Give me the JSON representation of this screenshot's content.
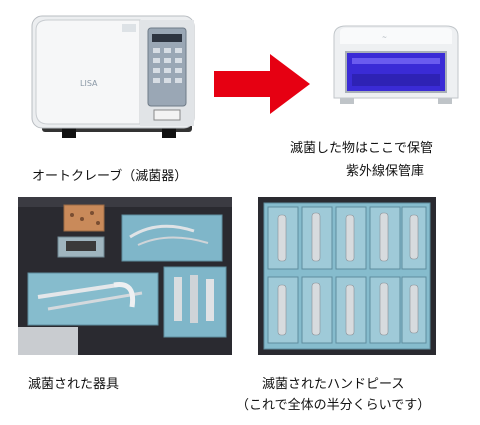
{
  "captions": {
    "autoclave": "オートクレーブ（滅菌器）",
    "storage_line1": "滅菌した物はここで保管",
    "storage_line2": "紫外線保管庫",
    "instruments": "滅菌された器具",
    "handpieces_line1": "滅菌されたハンドピース",
    "handpieces_line2": "（これで全体の半分くらいです）"
  },
  "colors": {
    "arrow": "#e60012",
    "uv_light": "#3a2bd6",
    "sterile_pouch": "#7fb6c9",
    "tray_background": "#2a2a30",
    "device_body": "#eceef0"
  },
  "icons": {
    "flow_arrow": "right-arrow-icon"
  }
}
